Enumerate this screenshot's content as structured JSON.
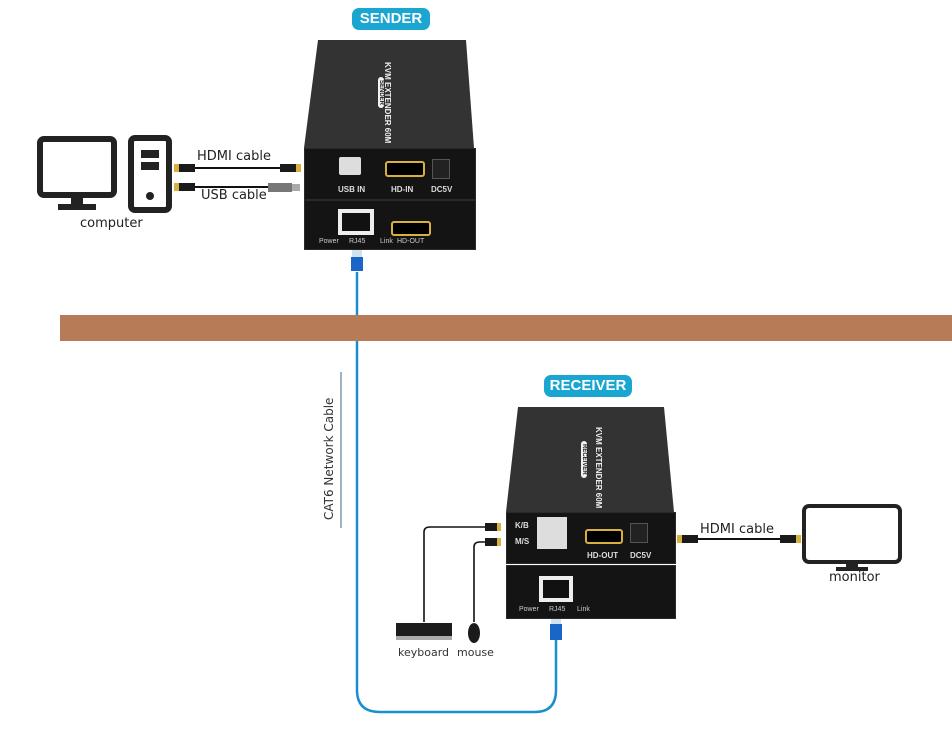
{
  "sender": {
    "badge": "SENDER",
    "top_label": "KVM EXTENDER 60M",
    "top_pill": "SENDER",
    "ports_top": [
      "USB IN",
      "HD-IN",
      "DC5V"
    ],
    "ports_bottom": [
      "Power",
      "RJ45",
      "Link",
      "HD-OUT"
    ]
  },
  "receiver": {
    "badge": "RECEIVER",
    "top_label": "KVM EXTENDER 60M",
    "top_pill": "RECEIVER",
    "ports_top": [
      "K/B",
      "M/S",
      "HD-OUT",
      "DC5V"
    ],
    "ports_bottom": [
      "Power",
      "RJ45",
      "Link"
    ]
  },
  "computer": {
    "label": "computer",
    "hdmi_cable": "HDMI cable",
    "usb_cable": "USB cable"
  },
  "network": {
    "label": "CAT6 Network Cable"
  },
  "peripherals": {
    "keyboard": "keyboard",
    "mouse": "mouse"
  },
  "monitor": {
    "label": "monitor",
    "hdmi_cable": "HDMI cable"
  },
  "colors": {
    "badge": "#1aa6d0",
    "divider": "#b77b58",
    "cat6_cable": "#1a8fd0",
    "device_body": "#1a1a1a"
  }
}
